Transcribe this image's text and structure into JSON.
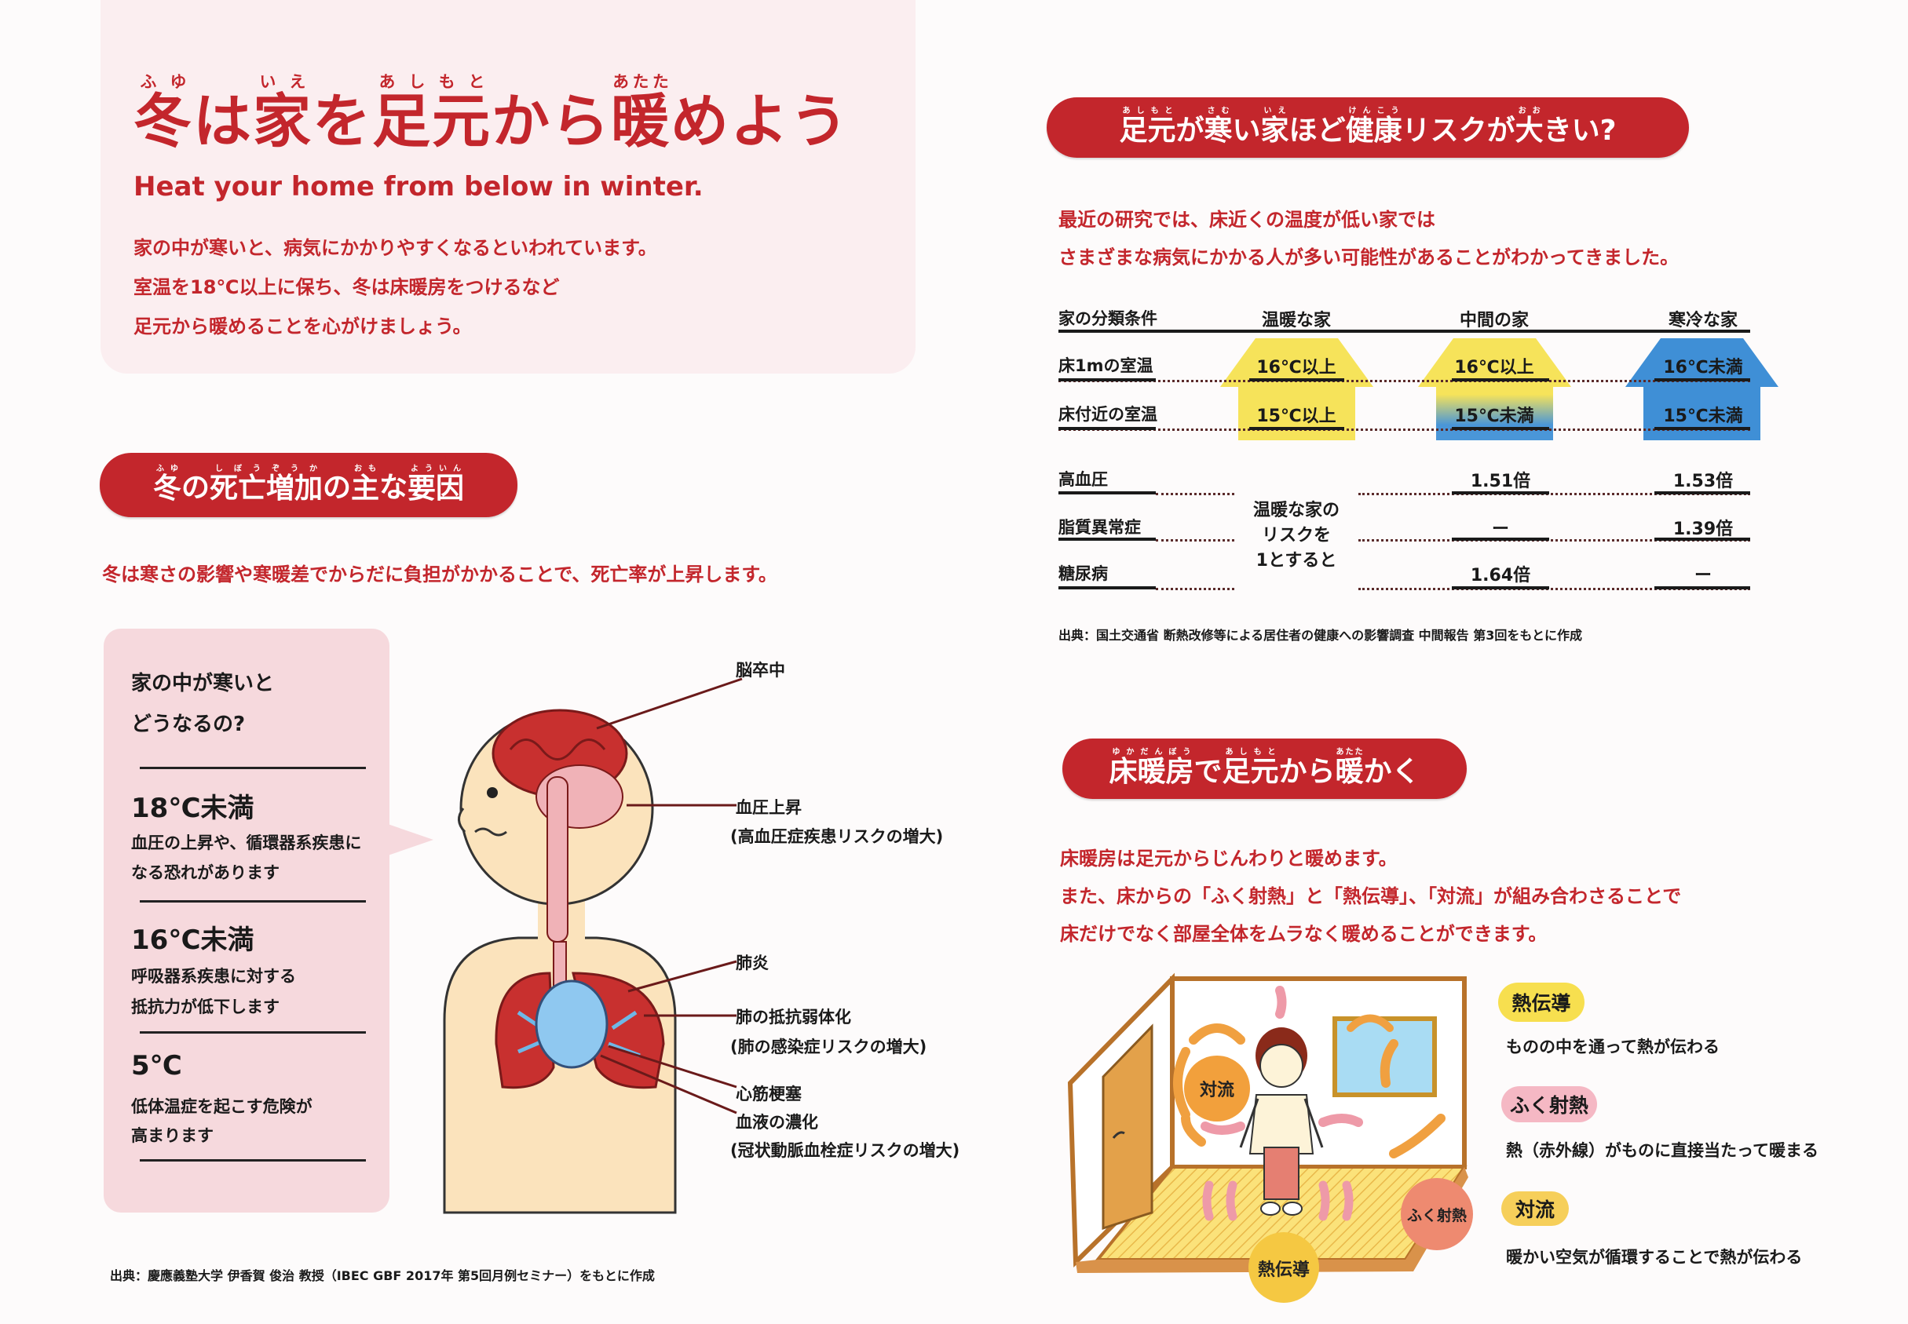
{
  "intro": {
    "title": [
      [
        "冬",
        "ふゆ"
      ],
      [
        "は",
        ""
      ],
      [
        "家",
        "いえ"
      ],
      [
        "を",
        ""
      ],
      [
        "足",
        "あし"
      ],
      [
        "元",
        "もと"
      ],
      [
        "から",
        ""
      ],
      [
        "暖",
        "あたた"
      ],
      [
        "めよう",
        ""
      ]
    ],
    "subtitle": "Heat your home from below in winter.",
    "lines": [
      "家の中が寒いと、病気にかかりやすくなるといわれています。",
      "室温を18℃以上に保ち、冬は床暖房をつけるなど",
      "足元から暖めることを心がけましょう。"
    ]
  },
  "death": {
    "header": [
      [
        "冬",
        "ふゆ"
      ],
      [
        "の",
        ""
      ],
      [
        "死亡",
        "しぼう"
      ],
      [
        "増加",
        "ぞうか"
      ],
      [
        "の",
        ""
      ],
      [
        "主",
        "おも"
      ],
      [
        "な",
        ""
      ],
      [
        "要因",
        "よういん"
      ]
    ],
    "sentence": "冬は寒さの影響や寒暖差でからだに負担がかかることで、死亡率が上昇します。",
    "panel": {
      "q1": "家の中が寒いと",
      "q2": "どうなるの?",
      "items": [
        {
          "temp": "18℃未満",
          "l1": "血圧の上昇や、循環器系疾患に",
          "l2": "なる恐れがあります"
        },
        {
          "temp": "16℃未満",
          "l1": "呼吸器系疾患に対する",
          "l2": "抵抗力が低下します"
        },
        {
          "temp": "5℃",
          "l1": "低体温症を起こす危険が",
          "l2": "高まります"
        }
      ]
    },
    "labels": {
      "stroke": "脳卒中",
      "bp": "血圧上昇",
      "bp_sub": "(高血圧症疾患リスクの増大)",
      "pneumonia": "肺炎",
      "lung": "肺の抵抗弱体化",
      "lung_sub": "(肺の感染症リスクの増大)",
      "mi": "心筋梗塞",
      "blood": "血液の濃化",
      "blood_sub": "(冠状動脈血栓症リスクの増大)"
    },
    "source": "出典：慶應義塾大学 伊香賀 俊治 教授（IBEC GBF 2017年 第5回月例セミナー）をもとに作成"
  },
  "risk": {
    "header": [
      [
        "足元",
        "あしもと"
      ],
      [
        "が",
        ""
      ],
      [
        "寒",
        "さむ"
      ],
      [
        "い",
        ""
      ],
      [
        "家",
        "いえ"
      ],
      [
        "ほど",
        ""
      ],
      [
        "健康",
        "けんこう"
      ],
      [
        "リスクが",
        ""
      ],
      [
        "大",
        "おお"
      ],
      [
        "きい?",
        ""
      ]
    ],
    "lines": [
      "最近の研究では、床近くの温度が低い家では",
      "さまざまな病気にかかる人が多い可能性があることがわかってきました。"
    ],
    "table": {
      "headers": [
        "家の分類条件",
        "温暖な家",
        "中間の家",
        "寒冷な家"
      ],
      "temp_rows": [
        {
          "label": "床1mの室温",
          "values": [
            "16℃以上",
            "16℃以上",
            "16℃未満"
          ]
        },
        {
          "label": "床付近の室温",
          "values": [
            "15℃以上",
            "15℃未満",
            "15℃未満"
          ]
        }
      ],
      "baseline_note": [
        "温暖な家の",
        "リスクを",
        "1とすると"
      ],
      "risk_rows": [
        {
          "label": "高血圧",
          "values": [
            "1.51倍",
            "1.53倍"
          ]
        },
        {
          "label": "脂質異常症",
          "values": [
            "ー",
            "1.39倍"
          ]
        },
        {
          "label": "糖尿病",
          "values": [
            "1.64倍",
            "ー"
          ]
        }
      ]
    },
    "source": "出典：国土交通省 断熱改修等による居住者の健康への影響調査 中間報告 第3回をもとに作成"
  },
  "floor": {
    "header": [
      [
        "床暖房",
        "ゆかだんぼう"
      ],
      [
        "で",
        ""
      ],
      [
        "足元",
        "あしもと"
      ],
      [
        "から",
        ""
      ],
      [
        "暖",
        "あたた"
      ],
      [
        "かく",
        ""
      ]
    ],
    "lines": [
      "床暖房は足元からじんわりと暖めます。",
      "また、床からの「ふく射熱」と「熱伝導」、「対流」が組み合わさることで",
      "床だけでなく部屋全体をムラなく暖めることができます。"
    ],
    "diagram": {
      "convection": "対流",
      "conduction": "熱伝導",
      "radiation": "ふく射熱"
    },
    "legend": [
      {
        "name": "熱伝導",
        "desc": "ものの中を通って熱が伝わる",
        "color": "#f7df4f"
      },
      {
        "name": "ふく射熱",
        "desc": "熱（赤外線）がものに直接当たって暖まる",
        "color": "#f5b8c4"
      },
      {
        "name": "対流",
        "desc": "暖かい空気が循環することで熱が伝わる",
        "color": "#f6cf5a"
      }
    ]
  },
  "colors": {
    "accent": "#c3262c",
    "warm": "#f6e35a",
    "cold": "#3f8fd6",
    "panel": "#f6d9dd"
  }
}
